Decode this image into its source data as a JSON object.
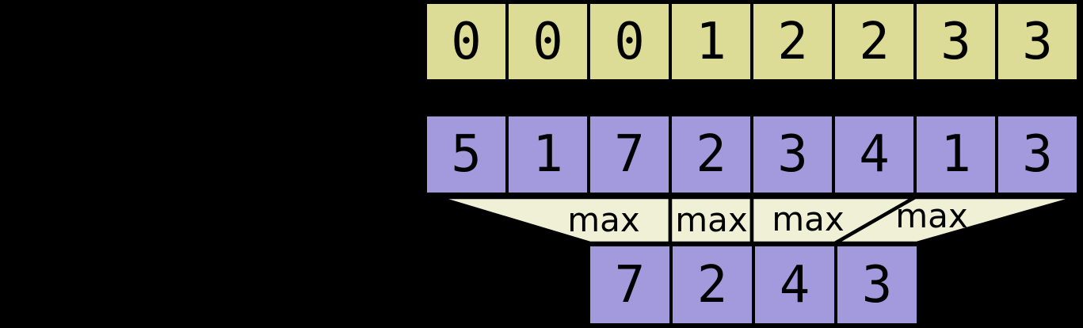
{
  "rows": {
    "segment_ids": {
      "values": [
        "0",
        "0",
        "0",
        "1",
        "2",
        "2",
        "3",
        "3"
      ]
    },
    "inputs": {
      "values": [
        "5",
        "1",
        "7",
        "2",
        "3",
        "4",
        "1",
        "3"
      ]
    },
    "outputs": {
      "values": [
        "7",
        "2",
        "4",
        "3"
      ]
    }
  },
  "funnel": {
    "regions": [
      {
        "label": "max"
      },
      {
        "label": "max"
      },
      {
        "label": "max"
      },
      {
        "label": "max"
      }
    ]
  },
  "colors": {
    "background": "#000000",
    "segment_row_fill": "#dcdc96",
    "value_row_fill": "#a29add",
    "funnel_fill": "#f0f0d6",
    "border": "#000000",
    "text": "#000000"
  }
}
